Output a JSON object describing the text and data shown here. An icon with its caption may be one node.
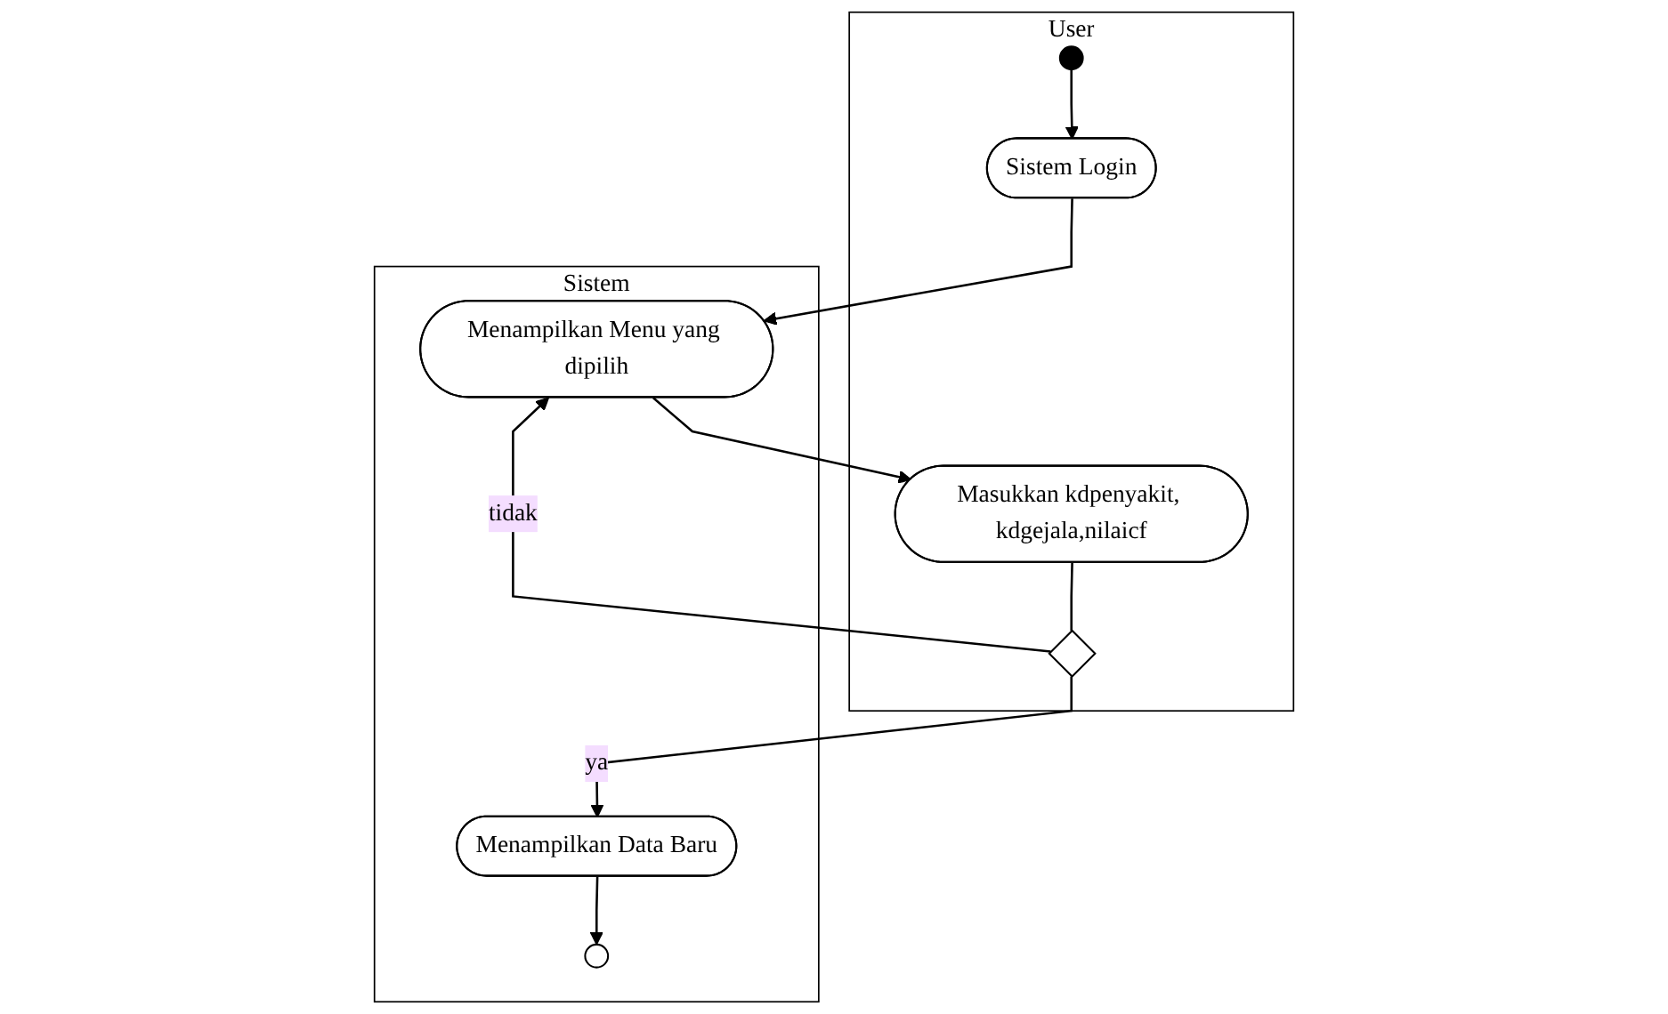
{
  "diagram": {
    "nodes": [
      {
        "text": [
          "User"
        ]
      },
      {
        "text": [
          "Sistem"
        ]
      },
      {
        "text": [],
        "shape": "circle",
        "in": 0
      },
      {
        "text": [
          "Sistem Login"
        ],
        "in": 0
      },
      {
        "text": [
          "Menampilkan Menu yang dipilih"
        ],
        "in": 1
      },
      {
        "text": [
          "Masukkan kdpenyakit, kdgejala,nilaicf"
        ],
        "in": 0
      },
      {
        "text": [],
        "shape": "diamond",
        "in": 0
      },
      {
        "text": [
          "Menampilkan Data Baru"
        ],
        "in": 1
      },
      {
        "text": [],
        "shape": "circle",
        "in": 1
      }
    ],
    "edges": [
      {
        "from": 2,
        "to": 3,
        "arrow": "to"
      },
      {
        "from": 3,
        "to": 4,
        "arrow": "to"
      },
      {
        "from": 4,
        "to": 5,
        "arrow": "to"
      },
      {
        "from": 5,
        "to": 6,
        "arrow": "none"
      },
      {
        "from": 6,
        "to": 4,
        "arrow": "to",
        "label": "tidak"
      },
      {
        "from": 6,
        "to": 7,
        "arrow": "to",
        "label": "ya"
      },
      {
        "from": 7,
        "to": 8,
        "arrow": "to"
      }
    ]
  }
}
